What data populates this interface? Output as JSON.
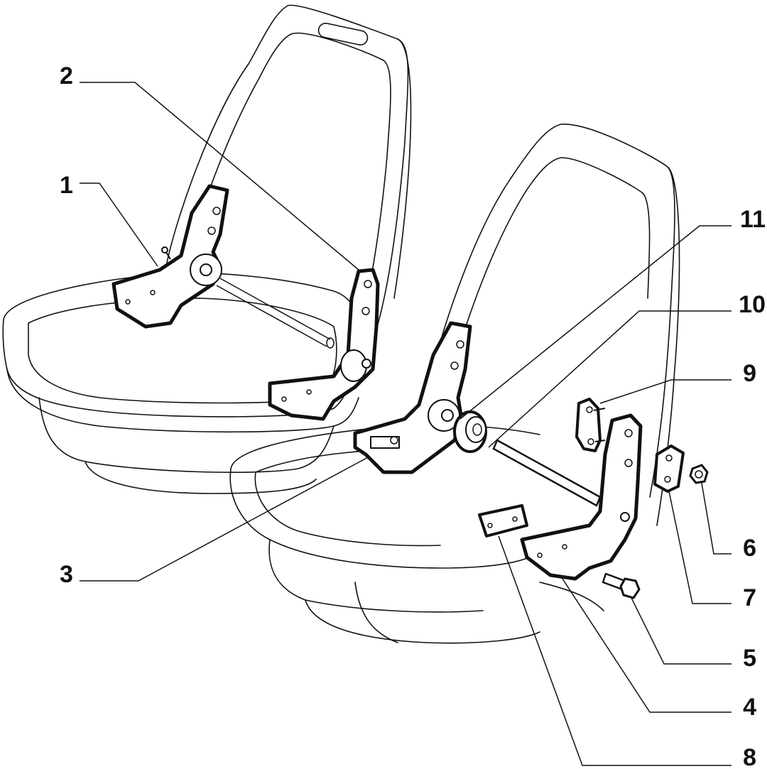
{
  "diagram": {
    "colors": {
      "line": "#111111",
      "background": "#ffffff"
    },
    "callouts": [
      {
        "id": "1",
        "label": "1"
      },
      {
        "id": "2",
        "label": "2"
      },
      {
        "id": "3",
        "label": "3"
      },
      {
        "id": "4",
        "label": "4"
      },
      {
        "id": "5",
        "label": "5"
      },
      {
        "id": "6",
        "label": "6"
      },
      {
        "id": "7",
        "label": "7"
      },
      {
        "id": "8",
        "label": "8"
      },
      {
        "id": "9",
        "label": "9"
      },
      {
        "id": "10",
        "label": "10"
      },
      {
        "id": "11",
        "label": "11"
      }
    ]
  }
}
